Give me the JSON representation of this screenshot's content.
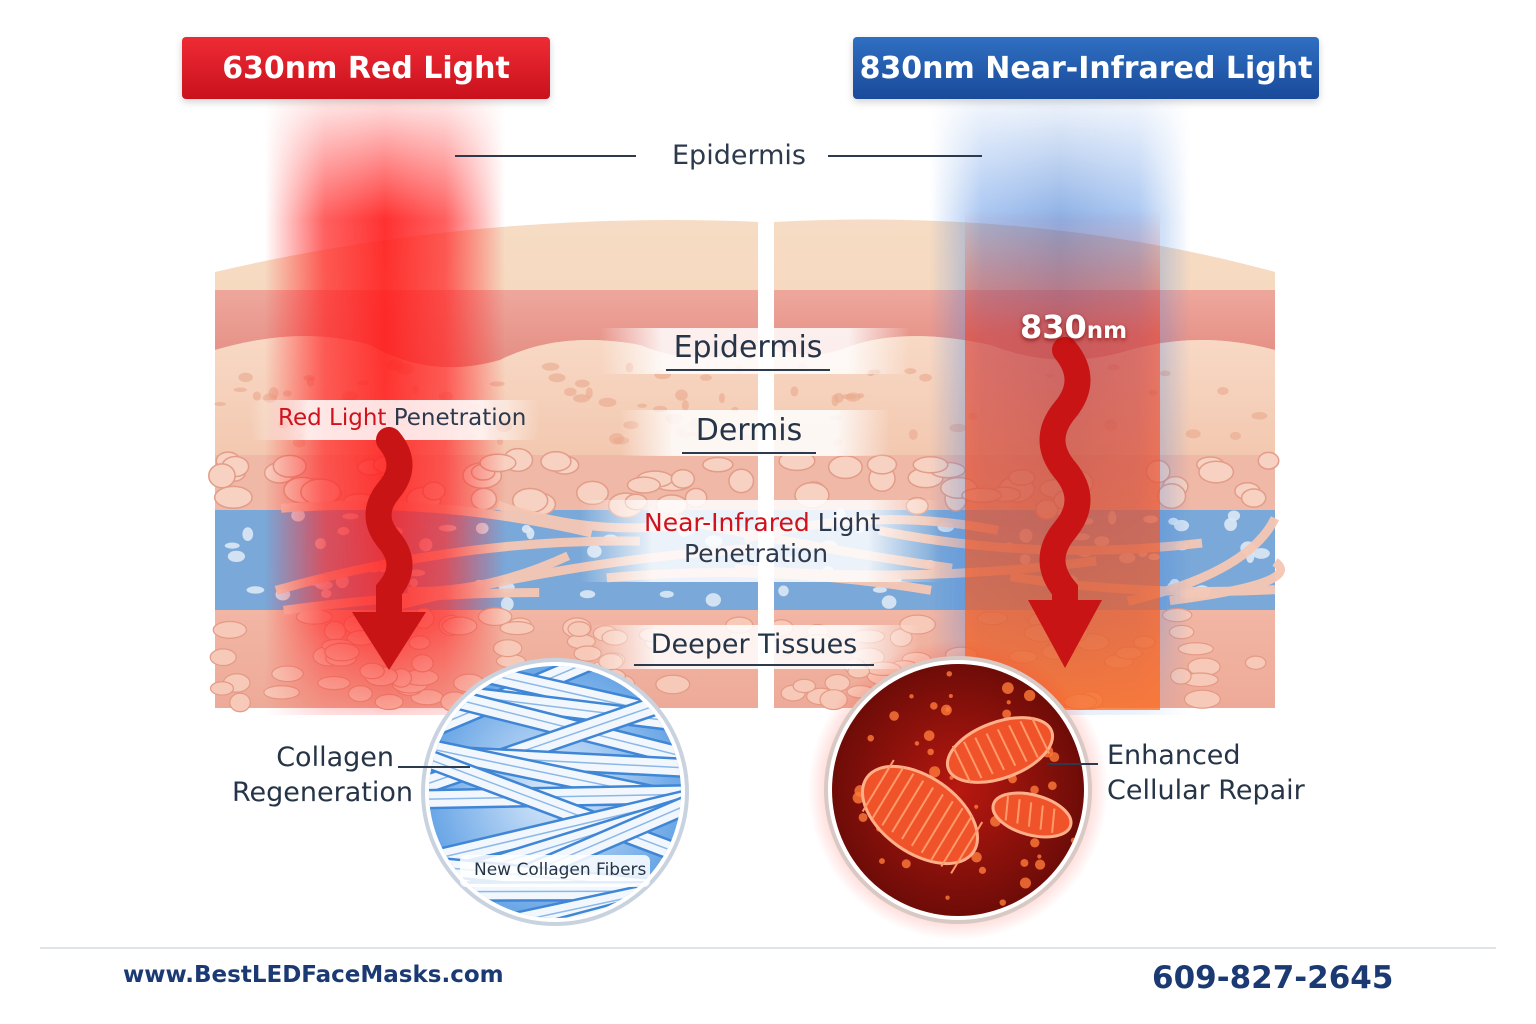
{
  "banners": {
    "red": "630nm Red Light",
    "blue": "830nm Near-Infrared Light"
  },
  "top_label": "Epidermis",
  "layers": {
    "epidermis": "Epidermis",
    "dermis": "Dermis",
    "deeper": "Deeper Tissues"
  },
  "penetration": {
    "red_colored": "Red Light",
    "red_rest": " Penetration",
    "nir_colored": "Near-Infrared",
    "nir_rest": " Light",
    "nir_line2": "Penetration"
  },
  "nir_marker": {
    "number": "830",
    "unit": "nm"
  },
  "collagen": {
    "label_line1": "Collagen",
    "label_line2": "Regeneration",
    "inset_caption": "New Collagen Fibers"
  },
  "cellular": {
    "label_line1": "Enhanced",
    "label_line2": "Cellular Repair"
  },
  "footer": {
    "website": "www.BestLEDFaceMasks.com",
    "phone": "609-827-2645"
  },
  "colors": {
    "red_banner": "#d81e28",
    "blue_banner": "#2458a8",
    "label_text": "#263447",
    "accent_red": "#d0121c",
    "footer_text": "#1b3a73",
    "collagen_blue": "#4a8fd6",
    "mito_red": "#e8452a"
  }
}
